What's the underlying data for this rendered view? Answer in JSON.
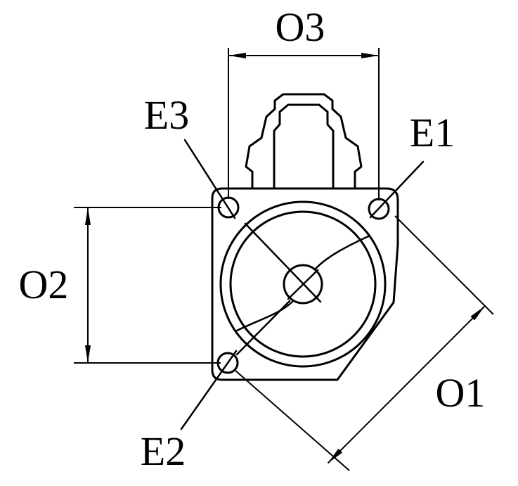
{
  "drawing": {
    "background": "#ffffff",
    "line_color": "#000000",
    "labels": {
      "o1": "O1",
      "o2": "O2",
      "o3": "O3",
      "e1": "E1",
      "e2": "E2",
      "e3": "E3"
    }
  }
}
